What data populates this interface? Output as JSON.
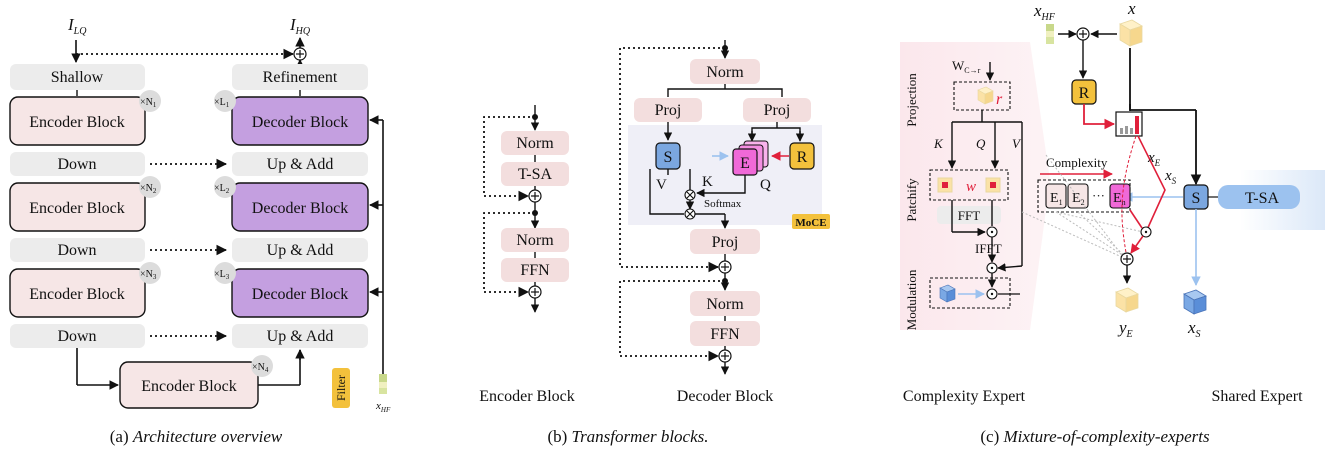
{
  "panel_a": {
    "input_label": "I",
    "input_sub": "LQ",
    "output_label": "I",
    "output_sub": "HQ",
    "shallow": "Shallow",
    "refinement": "Refinement",
    "encoder_block": "Encoder Block",
    "decoder_block": "Decoder Block",
    "down": "Down",
    "up_add": "Up & Add",
    "rep_n1": "×N",
    "rep_n1_sub": "1",
    "rep_n2": "×N",
    "rep_n2_sub": "2",
    "rep_n3": "×N",
    "rep_n3_sub": "3",
    "rep_n4": "×N",
    "rep_n4_sub": "4",
    "rep_l1": "×L",
    "rep_l1_sub": "1",
    "rep_l2": "×L",
    "rep_l2_sub": "2",
    "rep_l3": "×L",
    "rep_l3_sub": "3",
    "filter": "Filter",
    "xhf": "x",
    "xhf_sub": "HF"
  },
  "panel_b": {
    "norm": "Norm",
    "tsa": "T-SA",
    "ffn": "FFN",
    "proj": "Proj",
    "s": "S",
    "e": "E",
    "r": "R",
    "v": "V",
    "k": "K",
    "q": "Q",
    "softmax": "Softmax",
    "moce": "MoCE",
    "encoder_label": "Encoder Block",
    "decoder_label": "Decoder Block"
  },
  "panel_c": {
    "xhf": "x",
    "xhf_sub": "HF",
    "x": "x",
    "r": "R",
    "wc": "W",
    "wc_sub": "C→r",
    "r_var": "r",
    "projection": "Projection",
    "patchify": "Patchify",
    "modulation": "Modulation",
    "k": "K",
    "q": "Q",
    "v": "V",
    "w": "w",
    "fft": "FFT",
    "ifft": "IFFT",
    "complexity": "Complexity",
    "xe": "x",
    "xe_sub": "E",
    "xs": "x",
    "xs_sub": "S",
    "e1": "E",
    "e1_sub": "1",
    "e2": "E",
    "e2_sub": "2",
    "dots": "···",
    "en": "E",
    "en_sub": "n",
    "s": "S",
    "tsa": "T-SA",
    "ye": "y",
    "ye_sub": "E",
    "xs_out": "x",
    "xs_out_sub": "S",
    "complexity_label": "Complexity Expert",
    "shared_label": "Shared Expert"
  },
  "captions": {
    "a_prefix": "(a) ",
    "a_title": "Architecture overview",
    "b_prefix": "(b) ",
    "b_title": "Transformer blocks.",
    "c_prefix": "(c) ",
    "c_title": "Mixture-of-complexity-experts"
  },
  "colors": {
    "encoder_fill": "#f6e6e6",
    "decoder_fill": "#c49fe0",
    "grey_box": "#ececec",
    "pink_box": "#f3dede",
    "s_blue": "#7ba7e0",
    "e_magenta": "#f069d8",
    "r_yellow": "#f3c13c",
    "accent_red": "#e0203b",
    "light_blue": "#9cc2ef"
  }
}
